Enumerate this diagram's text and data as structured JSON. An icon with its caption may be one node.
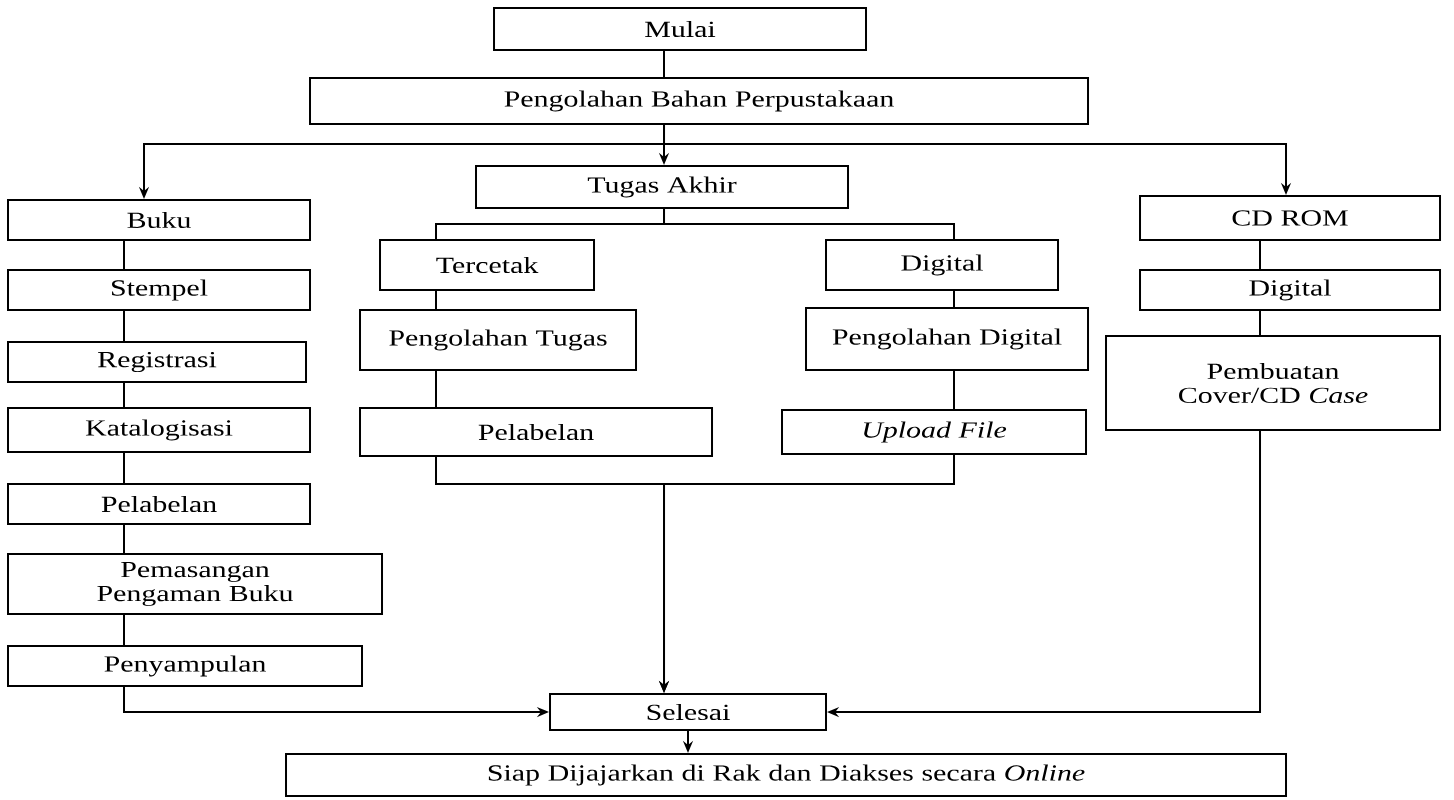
{
  "diagram": {
    "nodes": [
      {
        "text": [
          "Mulai"
        ]
      },
      {
        "text": [
          "Pengolahan Bahan Perpustakaan"
        ]
      },
      {
        "text": [
          "Buku"
        ]
      },
      {
        "text": [
          "Tugas Akhir"
        ]
      },
      {
        "text": [
          "CD ROM"
        ]
      },
      {
        "text": [
          "Stempel"
        ]
      },
      {
        "text": [
          "Tercetak"
        ]
      },
      {
        "text": [
          "Digital"
        ]
      },
      {
        "text": [
          "Digital"
        ]
      },
      {
        "text": [
          "Registrasi"
        ]
      },
      {
        "text": [
          "Pengolahan Tugas"
        ]
      },
      {
        "text": [
          "Pengolahan Digital"
        ]
      },
      {
        "text": [
          "Pembuatan Cover/CD *Case*"
        ]
      },
      {
        "text": [
          "Katalogisasi"
        ]
      },
      {
        "text": [
          "Pelabelan"
        ]
      },
      {
        "text": [
          "Upload File"
        ]
      },
      {
        "text": [
          "Pelabelan"
        ]
      },
      {
        "text": [
          "Pemasangan Pengaman Buku"
        ]
      },
      {
        "text": [
          "Penyampulan"
        ]
      },
      {
        "text": [
          "Selesai"
        ]
      },
      {
        "text": [
          "Siap Dijajarkan di Rak dan Diakses secara *Online*"
        ]
      }
    ],
    "edges": [
      {
        "from": 0,
        "to": 1,
        "arrow": "none"
      },
      {
        "from": 1,
        "to": 2,
        "arrow": "to"
      },
      {
        "from": 1,
        "to": 3,
        "arrow": "to"
      },
      {
        "from": 1,
        "to": 4,
        "arrow": "to"
      },
      {
        "from": 3,
        "to": 6,
        "arrow": "none"
      },
      {
        "from": 3,
        "to": 7,
        "arrow": "none"
      },
      {
        "from": 2,
        "to": 5,
        "arrow": "none"
      },
      {
        "from": 5,
        "to": 9,
        "arrow": "none"
      },
      {
        "from": 9,
        "to": 13,
        "arrow": "none"
      },
      {
        "from": 13,
        "to": 16,
        "arrow": "none"
      },
      {
        "from": 16,
        "to": 17,
        "arrow": "none"
      },
      {
        "from": 17,
        "to": 18,
        "arrow": "none"
      },
      {
        "from": 6,
        "to": 10,
        "arrow": "none"
      },
      {
        "from": 10,
        "to": 14,
        "arrow": "none"
      },
      {
        "from": 7,
        "to": 11,
        "arrow": "none"
      },
      {
        "from": 11,
        "to": 15,
        "arrow": "none"
      },
      {
        "from": 4,
        "to": 8,
        "arrow": "none"
      },
      {
        "from": 8,
        "to": 12,
        "arrow": "none"
      },
      {
        "from": 14,
        "to": 19,
        "arrow": "to"
      },
      {
        "from": 15,
        "to": 19,
        "arrow": "to"
      },
      {
        "from": 18,
        "to": 19,
        "arrow": "to"
      },
      {
        "from": 12,
        "to": 19,
        "arrow": "to"
      },
      {
        "from": 19,
        "to": 20,
        "arrow": "to"
      }
    ]
  }
}
